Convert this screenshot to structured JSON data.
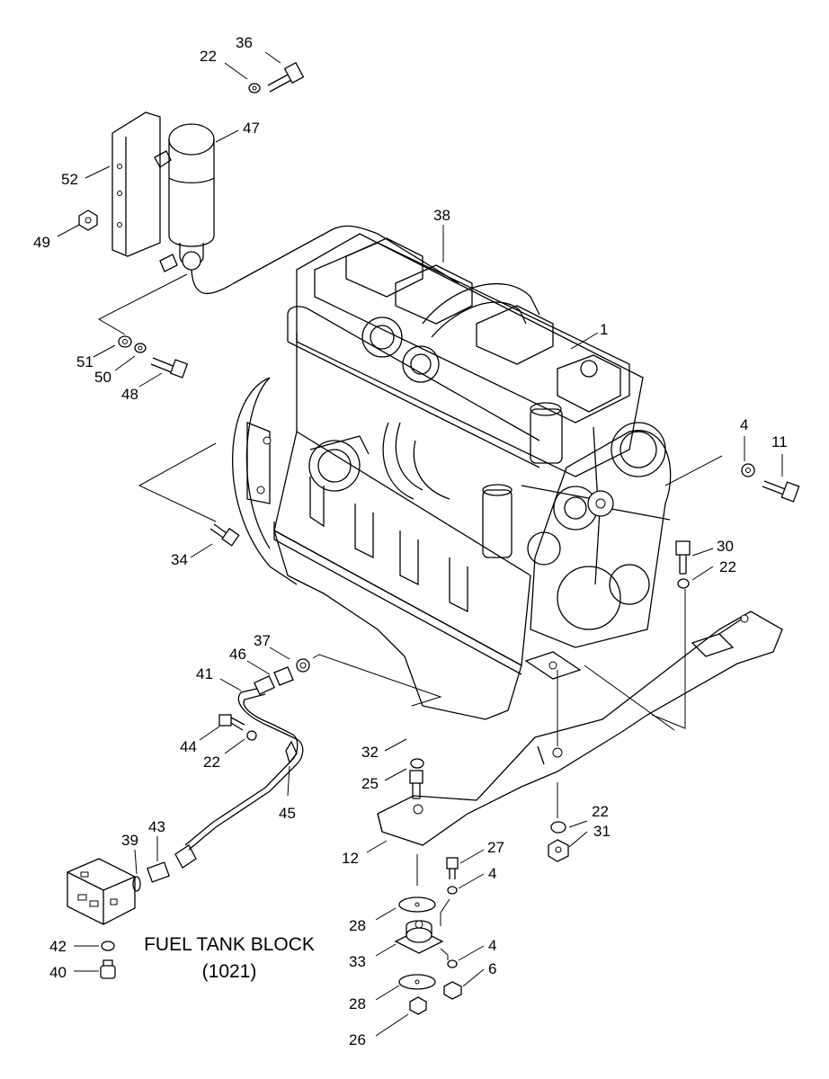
{
  "diagram": {
    "caption_line1": "FUEL TANK BLOCK",
    "caption_line2": "(1021)",
    "labels": {
      "n1": "1",
      "n4a": "4",
      "n4b": "4",
      "n4c": "4",
      "n6": "6",
      "n11": "11",
      "n12": "12",
      "n22a": "22",
      "n22b": "22",
      "n22c": "22",
      "n22d": "22",
      "n25": "25",
      "n26": "26",
      "n27": "27",
      "n28a": "28",
      "n28b": "28",
      "n30": "30",
      "n31": "31",
      "n32": "32",
      "n33": "33",
      "n34": "34",
      "n36": "36",
      "n37": "37",
      "n38": "38",
      "n39": "39",
      "n40": "40",
      "n41": "41",
      "n42": "42",
      "n43": "43",
      "n44": "44",
      "n45": "45",
      "n46": "46",
      "n47": "47",
      "n48": "48",
      "n49": "49",
      "n50": "50",
      "n51": "51",
      "n52": "52"
    }
  }
}
